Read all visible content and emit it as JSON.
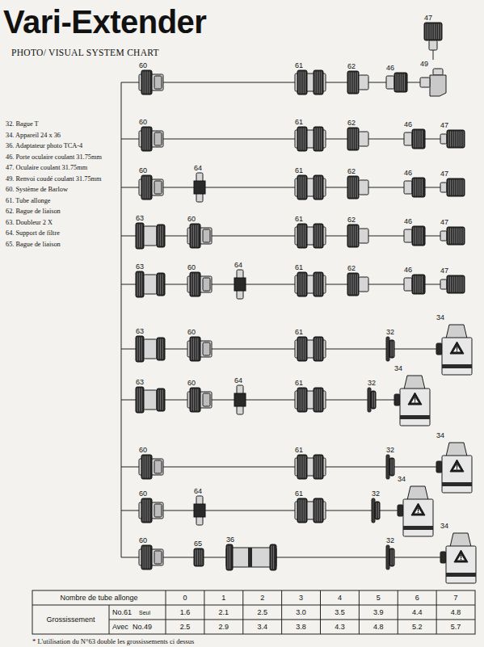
{
  "diagram": {
    "title": "Vari-Extender",
    "nodes": [
      {
        "text": [
          "60"
        ]
      },
      {
        "text": [
          "61"
        ]
      },
      {
        "text": [
          "62"
        ]
      },
      {
        "text": [
          "46"
        ]
      },
      {
        "text": [
          "49"
        ]
      },
      {
        "text": [
          "47"
        ]
      },
      {
        "text": [
          "60"
        ]
      },
      {
        "text": [
          "61"
        ]
      },
      {
        "text": [
          "62"
        ]
      },
      {
        "text": [
          "46"
        ]
      },
      {
        "text": [
          "47"
        ]
      },
      {
        "text": [
          "60"
        ]
      },
      {
        "text": [
          "64"
        ]
      },
      {
        "text": [
          "61"
        ]
      },
      {
        "text": [
          "62"
        ]
      },
      {
        "text": [
          "46"
        ]
      },
      {
        "text": [
          "47"
        ]
      },
      {
        "text": [
          "63"
        ]
      },
      {
        "text": [
          "60"
        ]
      },
      {
        "text": [
          "61"
        ]
      },
      {
        "text": [
          "62"
        ]
      },
      {
        "text": [
          "46"
        ]
      },
      {
        "text": [
          "47"
        ]
      },
      {
        "text": [
          "63"
        ]
      },
      {
        "text": [
          "60"
        ]
      },
      {
        "text": [
          "64"
        ]
      },
      {
        "text": [
          "61"
        ]
      },
      {
        "text": [
          "62"
        ]
      },
      {
        "text": [
          "46"
        ]
      },
      {
        "text": [
          "47"
        ]
      },
      {
        "text": [
          "63"
        ]
      },
      {
        "text": [
          "60"
        ]
      },
      {
        "text": [
          "61"
        ]
      },
      {
        "text": [
          "32"
        ]
      },
      {
        "text": [
          "34"
        ]
      },
      {
        "text": [
          "63"
        ]
      },
      {
        "text": [
          "60"
        ]
      },
      {
        "text": [
          "64"
        ]
      },
      {
        "text": [
          "61"
        ]
      },
      {
        "text": [
          "32"
        ]
      },
      {
        "text": [
          "34"
        ]
      },
      {
        "text": [
          "60"
        ]
      },
      {
        "text": [
          "61"
        ]
      },
      {
        "text": [
          "32"
        ]
      },
      {
        "text": [
          "34"
        ]
      },
      {
        "text": [
          "60"
        ]
      },
      {
        "text": [
          "64"
        ]
      },
      {
        "text": [
          "61"
        ]
      },
      {
        "text": [
          "32"
        ]
      },
      {
        "text": [
          "34"
        ]
      },
      {
        "text": [
          "60"
        ]
      },
      {
        "text": [
          "65"
        ]
      },
      {
        "text": [
          "36"
        ]
      },
      {
        "text": [
          "32"
        ]
      },
      {
        "text": [
          "34"
        ]
      }
    ],
    "edges": [
      {
        "from": 0,
        "to": 1,
        "arrow": "none"
      },
      {
        "from": 1,
        "to": 2,
        "arrow": "none"
      },
      {
        "from": 2,
        "to": 3,
        "arrow": "none"
      },
      {
        "from": 3,
        "to": 4,
        "arrow": "none"
      },
      {
        "from": 4,
        "to": 5,
        "arrow": "none"
      },
      {
        "from": 6,
        "to": 7,
        "arrow": "none"
      },
      {
        "from": 7,
        "to": 8,
        "arrow": "none"
      },
      {
        "from": 8,
        "to": 9,
        "arrow": "none"
      },
      {
        "from": 9,
        "to": 10,
        "arrow": "none"
      },
      {
        "from": 11,
        "to": 12,
        "arrow": "none"
      },
      {
        "from": 12,
        "to": 13,
        "arrow": "none"
      },
      {
        "from": 13,
        "to": 14,
        "arrow": "none"
      },
      {
        "from": 14,
        "to": 15,
        "arrow": "none"
      },
      {
        "from": 15,
        "to": 16,
        "arrow": "none"
      },
      {
        "from": 17,
        "to": 18,
        "arrow": "none"
      },
      {
        "from": 18,
        "to": 19,
        "arrow": "none"
      },
      {
        "from": 19,
        "to": 20,
        "arrow": "none"
      },
      {
        "from": 20,
        "to": 21,
        "arrow": "none"
      },
      {
        "from": 21,
        "to": 22,
        "arrow": "none"
      },
      {
        "from": 23,
        "to": 24,
        "arrow": "none"
      },
      {
        "from": 24,
        "to": 25,
        "arrow": "none"
      },
      {
        "from": 25,
        "to": 26,
        "arrow": "none"
      },
      {
        "from": 26,
        "to": 27,
        "arrow": "none"
      },
      {
        "from": 27,
        "to": 28,
        "arrow": "none"
      },
      {
        "from": 28,
        "to": 29,
        "arrow": "none"
      },
      {
        "from": 30,
        "to": 31,
        "arrow": "none"
      },
      {
        "from": 31,
        "to": 32,
        "arrow": "none"
      },
      {
        "from": 32,
        "to": 33,
        "arrow": "none"
      },
      {
        "from": 33,
        "to": 34,
        "arrow": "none"
      },
      {
        "from": 35,
        "to": 36,
        "arrow": "none"
      },
      {
        "from": 36,
        "to": 37,
        "arrow": "none"
      },
      {
        "from": 37,
        "to": 38,
        "arrow": "none"
      },
      {
        "from": 38,
        "to": 39,
        "arrow": "none"
      },
      {
        "from": 39,
        "to": 40,
        "arrow": "none"
      },
      {
        "from": 41,
        "to": 42,
        "arrow": "none"
      },
      {
        "from": 42,
        "to": 43,
        "arrow": "none"
      },
      {
        "from": 43,
        "to": 44,
        "arrow": "none"
      },
      {
        "from": 45,
        "to": 46,
        "arrow": "none"
      },
      {
        "from": 46,
        "to": 47,
        "arrow": "none"
      },
      {
        "from": 47,
        "to": 48,
        "arrow": "none"
      },
      {
        "from": 48,
        "to": 49,
        "arrow": "none"
      },
      {
        "from": 50,
        "to": 51,
        "arrow": "none"
      },
      {
        "from": 51,
        "to": 52,
        "arrow": "none"
      },
      {
        "from": 52,
        "to": 53,
        "arrow": "none"
      },
      {
        "from": 53,
        "to": 54,
        "arrow": "none"
      }
    ],
    "labels": [
      "PHOTO/ VISUAL SYSTEM CHART",
      "32. Bague T",
      "34. Appareil 24 x 36",
      "36. Adaptateur photo TCA-4",
      "46. Porte oculaire coulant 31.75mm",
      "47. Oculaire coulant 31.75mm",
      "49. Renvoi coudé coulant 31.75mm",
      "60. Système de Barlow",
      "61. Tube allonge",
      "62. Bague de liaison",
      "63. Doubleur 2 X",
      "64. Support de filtre",
      "65. Bague de liaison",
      "Nombre de tube allonge",
      "0",
      "1",
      "2",
      "3",
      "4",
      "5",
      "6",
      "7",
      "Grossissement",
      "No.61",
      "Seul",
      "1.6",
      "2.1",
      "2.5",
      "3.0",
      "3.5",
      "3.9",
      "4.4",
      "4.8",
      "Avec",
      "No.49",
      "2.5",
      "2.9",
      "3.4",
      "3.8",
      "4.3",
      "4.8",
      "5.2",
      "5.7",
      "* L'utilisation du N°63 double les grossissements ci dessus"
    ]
  }
}
